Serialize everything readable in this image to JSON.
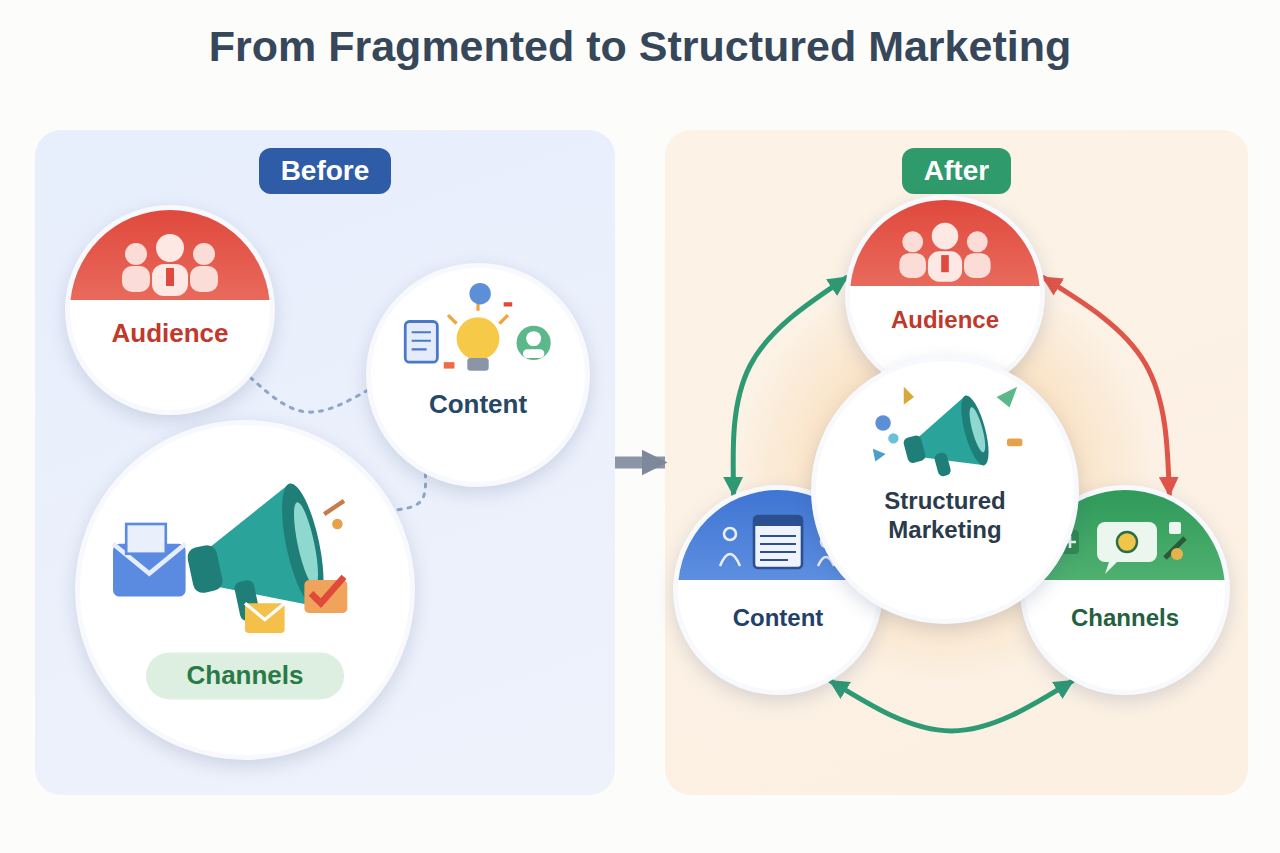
{
  "diagram": {
    "title": "From Fragmented to Structured Marketing",
    "nodes": [
      {
        "text": [
          "Before"
        ]
      },
      {
        "text": [
          "Audience"
        ],
        "in": 0
      },
      {
        "text": [
          "Content"
        ],
        "in": 0
      },
      {
        "text": [
          "Channels"
        ],
        "in": 0
      },
      {
        "text": [
          "After"
        ]
      },
      {
        "text": [
          "Audience"
        ],
        "in": 4
      },
      {
        "text": [
          "Structured Marketing"
        ],
        "in": 4
      },
      {
        "text": [
          "Content"
        ],
        "in": 4
      },
      {
        "text": [
          "Channels"
        ],
        "in": 4
      }
    ],
    "edges": [
      {
        "from": 1,
        "to": 2,
        "arrow": "none"
      },
      {
        "from": 2,
        "to": 3,
        "arrow": "none"
      },
      {
        "from": 0,
        "to": 4,
        "arrow": "to"
      },
      {
        "from": 5,
        "to": 7,
        "arrow": "both"
      },
      {
        "from": 5,
        "to": 8,
        "arrow": "both"
      },
      {
        "from": 7,
        "to": 8,
        "arrow": "both"
      }
    ]
  }
}
